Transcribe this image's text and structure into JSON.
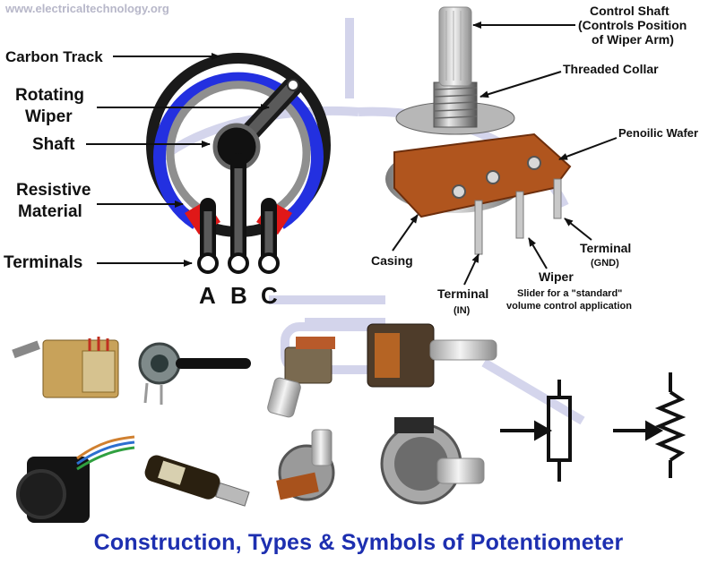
{
  "watermark": "www.electricaltechnology.org",
  "title": "Construction, Types & Symbols of Potentiometer",
  "diagram": {
    "carbon_track": "Carbon Track",
    "rotating_wiper_line1": "Rotating",
    "rotating_wiper_line2": "Wiper",
    "shaft": "Shaft",
    "resistive_material_line1": "Resistive",
    "resistive_material_line2": "Material",
    "terminals": "Terminals",
    "terminal_a": "A",
    "terminal_b": "B",
    "terminal_c": "C"
  },
  "component": {
    "control_shaft_line1": "Control Shaft",
    "control_shaft_line2": "(Controls Position",
    "control_shaft_line3": "of Wiper Arm)",
    "threaded_collar": "Threaded Collar",
    "phenolic_wafer": "Penoilic Wafer",
    "terminal_gnd_line1": "Terminal",
    "terminal_gnd_line2": "(GND)",
    "casing": "Casing",
    "wiper_title": "Wiper",
    "wiper_desc_line1": "Slider for a \"standard\"",
    "wiper_desc_line2": "volume control application",
    "terminal_in_line1": "Terminal",
    "terminal_in_line2": "(IN)"
  },
  "colors": {
    "title": "#1d2fb0",
    "track_blue": "#2330e0",
    "resistive_red": "#e01818",
    "wiper_gray": "#5a5a5a",
    "watermark": "#b7b7c9"
  }
}
